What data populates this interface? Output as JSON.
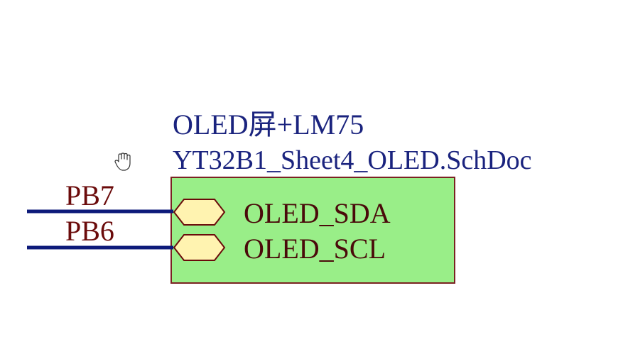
{
  "colors": {
    "background": "#ffffff",
    "sheet_title": "#1a237e",
    "sheet_fill": "#99ee88",
    "sheet_border": "#7a2222",
    "wire": "#0d1a7a",
    "net_label": "#6b0b0b",
    "port_fill": "#fff3b0",
    "port_border": "#6b0b0b",
    "port_text": "#4a0a0a"
  },
  "sheet_symbol": {
    "designator": "OLED屏+LM75",
    "file_name": "YT32B1_Sheet4_OLED.SchDoc",
    "ports": [
      {
        "name": "OLED_SDA",
        "net": "PB7"
      },
      {
        "name": "OLED_SCL",
        "net": "PB6"
      }
    ]
  },
  "cursor_icon": "hand-cursor-icon"
}
